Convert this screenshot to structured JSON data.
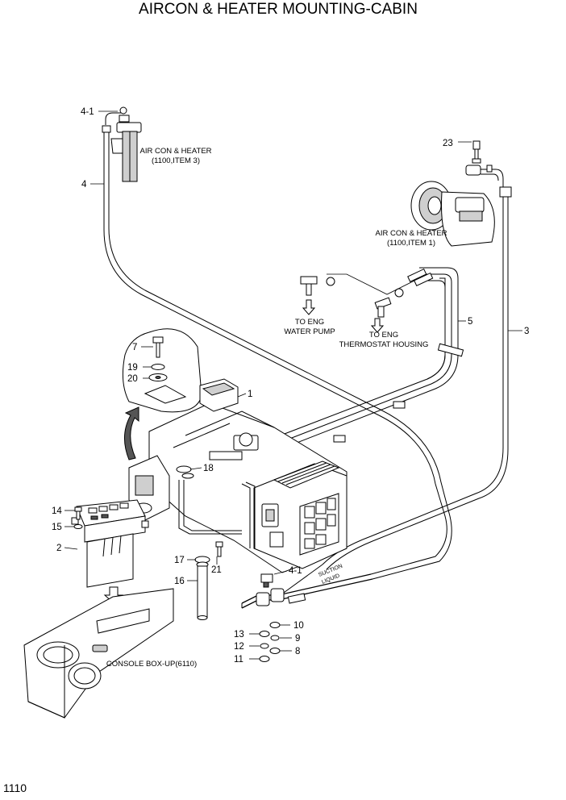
{
  "title": "AIRCON & HEATER MOUNTING-CABIN",
  "page_number": "1110",
  "notes": {
    "drier_ref_line1": "AIR CON & HEATER",
    "drier_ref_line2": "(1100,ITEM 3)",
    "compressor_ref_line1": "AIR CON & HEATER",
    "compressor_ref_line2": "(1100,ITEM 1)",
    "water_pump_line1": "TO ENG",
    "water_pump_line2": "WATER PUMP",
    "thermostat_line1": "TO ENG",
    "thermostat_line2": "THERMOSTAT HOUSING",
    "console": "CONSOLE BOX-UP(6110)",
    "suction": "SUCTION",
    "liquid": "LIQUID"
  },
  "callouts": {
    "c1": "1",
    "c2": "2",
    "c3": "3",
    "c4": "4",
    "c4_1_top": "4-1",
    "c4_1_mid": "4-1",
    "c5": "5",
    "c7": "7",
    "c8": "8",
    "c9": "9",
    "c10": "10",
    "c11": "11",
    "c12": "12",
    "c13": "13",
    "c14": "14",
    "c15": "15",
    "c16": "16",
    "c17": "17",
    "c18": "18",
    "c19": "19",
    "c20": "20",
    "c21": "21",
    "c23": "23"
  }
}
